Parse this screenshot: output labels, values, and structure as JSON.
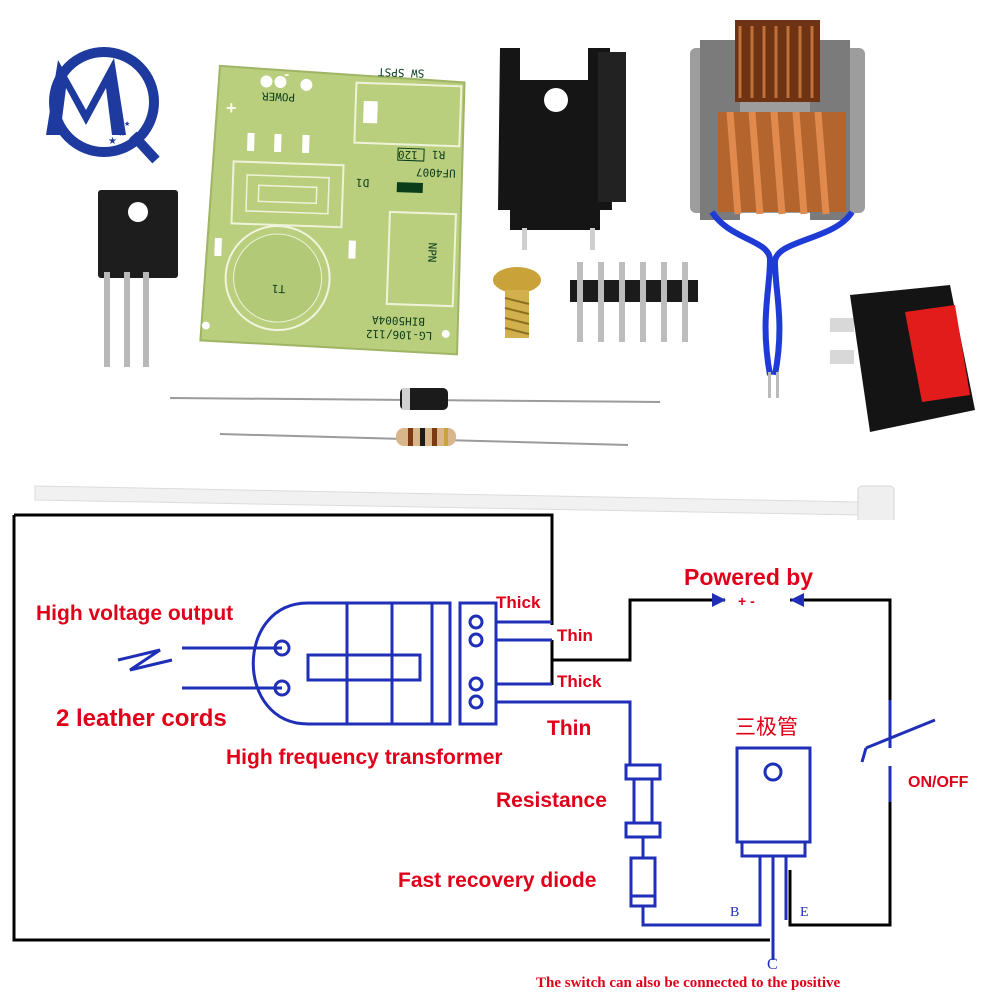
{
  "brand": {
    "logo_letters": "MQ"
  },
  "pcb": {
    "silk_top": "SW SPST",
    "silk_power": "POWER",
    "silk_r1": "R1",
    "silk_r1_value": "120",
    "silk_d1": "D1",
    "silk_diode_part": "UF4007",
    "silk_t1": "T1",
    "silk_npn": "NPN",
    "silk_part_no": "BIH5004A",
    "silk_model": "LG-106/112",
    "plus_sign": "+",
    "minus_sign": "-"
  },
  "diagram": {
    "powered_by": "Powered by",
    "polarity": "+ -",
    "high_voltage_output": "High voltage output",
    "leather_cords": "2 leather cords",
    "hf_transformer": "High frequency transformer",
    "thick_1": "Thick",
    "thin_1": "Thin",
    "thick_2": "Thick",
    "thin_2": "Thin",
    "transistor_label": "三极管",
    "resistance": "Resistance",
    "fast_recovery_diode": "Fast recovery diode",
    "on_off": "ON/OFF",
    "pin_b": "B",
    "pin_e": "E",
    "pin_c": "C",
    "footnote": "The switch can also be connected to the positive"
  },
  "colors": {
    "label_red": "#e0001a",
    "circuit_blue": "#1f2fb8",
    "wire_black": "#000000",
    "pcb_green": "#b9cf7e",
    "copper": "#c9743a"
  }
}
